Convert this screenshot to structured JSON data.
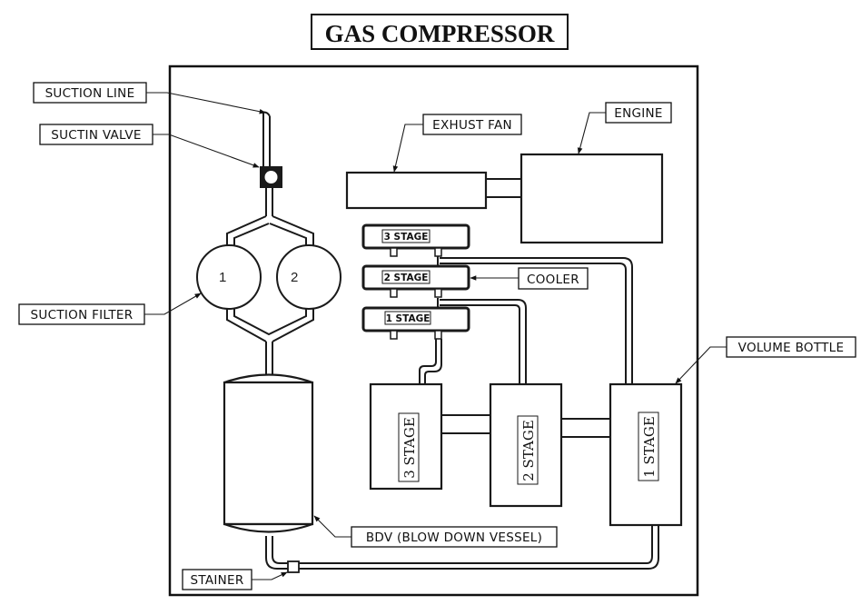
{
  "title": "GAS COMPRESSOR",
  "callouts": {
    "suction_line": "SUCTION LINE",
    "suction_valve": "SUCTIN VALVE",
    "suction_filter": "SUCTION FILTER",
    "exhaust_fan": "EXHUST FAN",
    "engine": "ENGINE",
    "cooler": "COOLER",
    "volume_bottle": "VOLUME BOTTLE",
    "bdv": "BDV (BLOW DOWN VESSEL)",
    "strainer": "STAINER"
  },
  "filters": [
    {
      "number": "1"
    },
    {
      "number": "2"
    }
  ],
  "cooler_sections": [
    {
      "label": "3 STAGE"
    },
    {
      "label": "2 STAGE"
    },
    {
      "label": "1 STAGE"
    }
  ],
  "compressor_stages": [
    {
      "label": "3 STAGE"
    },
    {
      "label": "2 STAGE"
    },
    {
      "label": "1 STAGE"
    }
  ],
  "colors": {
    "line": "#1a1a1a",
    "background": "#ffffff"
  }
}
